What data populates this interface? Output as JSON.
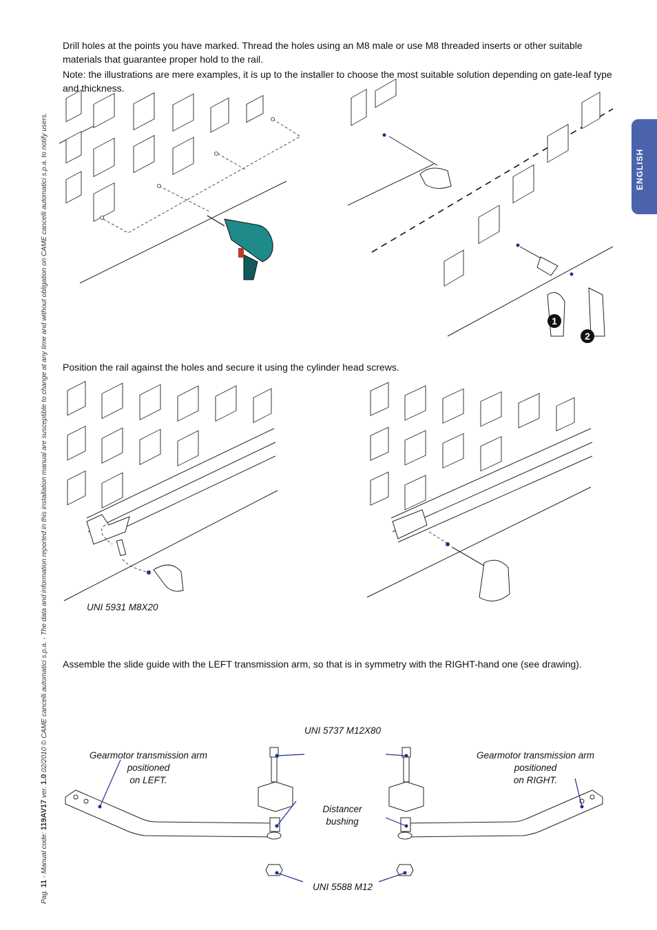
{
  "text": {
    "p1": "Drill holes at the points you have marked. Thread the holes using an M8 male or use M8 threaded inserts or other suitable materials that guarantee proper hold to the rail.",
    "p2": "Note: the illustrations are mere examples, it is up to the installer to choose the most suitable solution depending on gate-leaf type and thickness.",
    "p3": "Position the rail against the holes and secure it using the cylinder head screws.",
    "p4": "Assemble the slide guide with the LEFT transmission arm, so that is in symmetry with the RIGHT-hand one (see drawing)."
  },
  "labels": {
    "screw": "UNI 5931 M8X20",
    "bolt": "UNI 5737 M12X80",
    "left_arm_1": "Gearmotor transmission arm positioned",
    "left_arm_2": "on LEFT.",
    "right_arm_1": "Gearmotor transmission arm positioned",
    "right_arm_2": "on RIGHT.",
    "bushing_1": "Distancer",
    "bushing_2": "bushing",
    "nut": "UNI 5588 M12"
  },
  "steps": {
    "one": "1",
    "two": "2"
  },
  "sidebar": {
    "tab": "ENGLISH",
    "page_prefix": "Pag.",
    "page_number": "11",
    "code_prefix": "- Manual code:",
    "code": "119AV17",
    "ver_prefix": "ver.",
    "ver": "1.0",
    "legal": "02/2010 © CAME cancelli automatici s.p.a. - The data and information reported in this installation manual are susceptible to change at any time and without obligation on CAME cancelli automatici s.p.a. to notify users."
  },
  "colors": {
    "tab": "#4a63ac",
    "drill": "#1f8a8a",
    "leader": "#1f2f8f"
  }
}
